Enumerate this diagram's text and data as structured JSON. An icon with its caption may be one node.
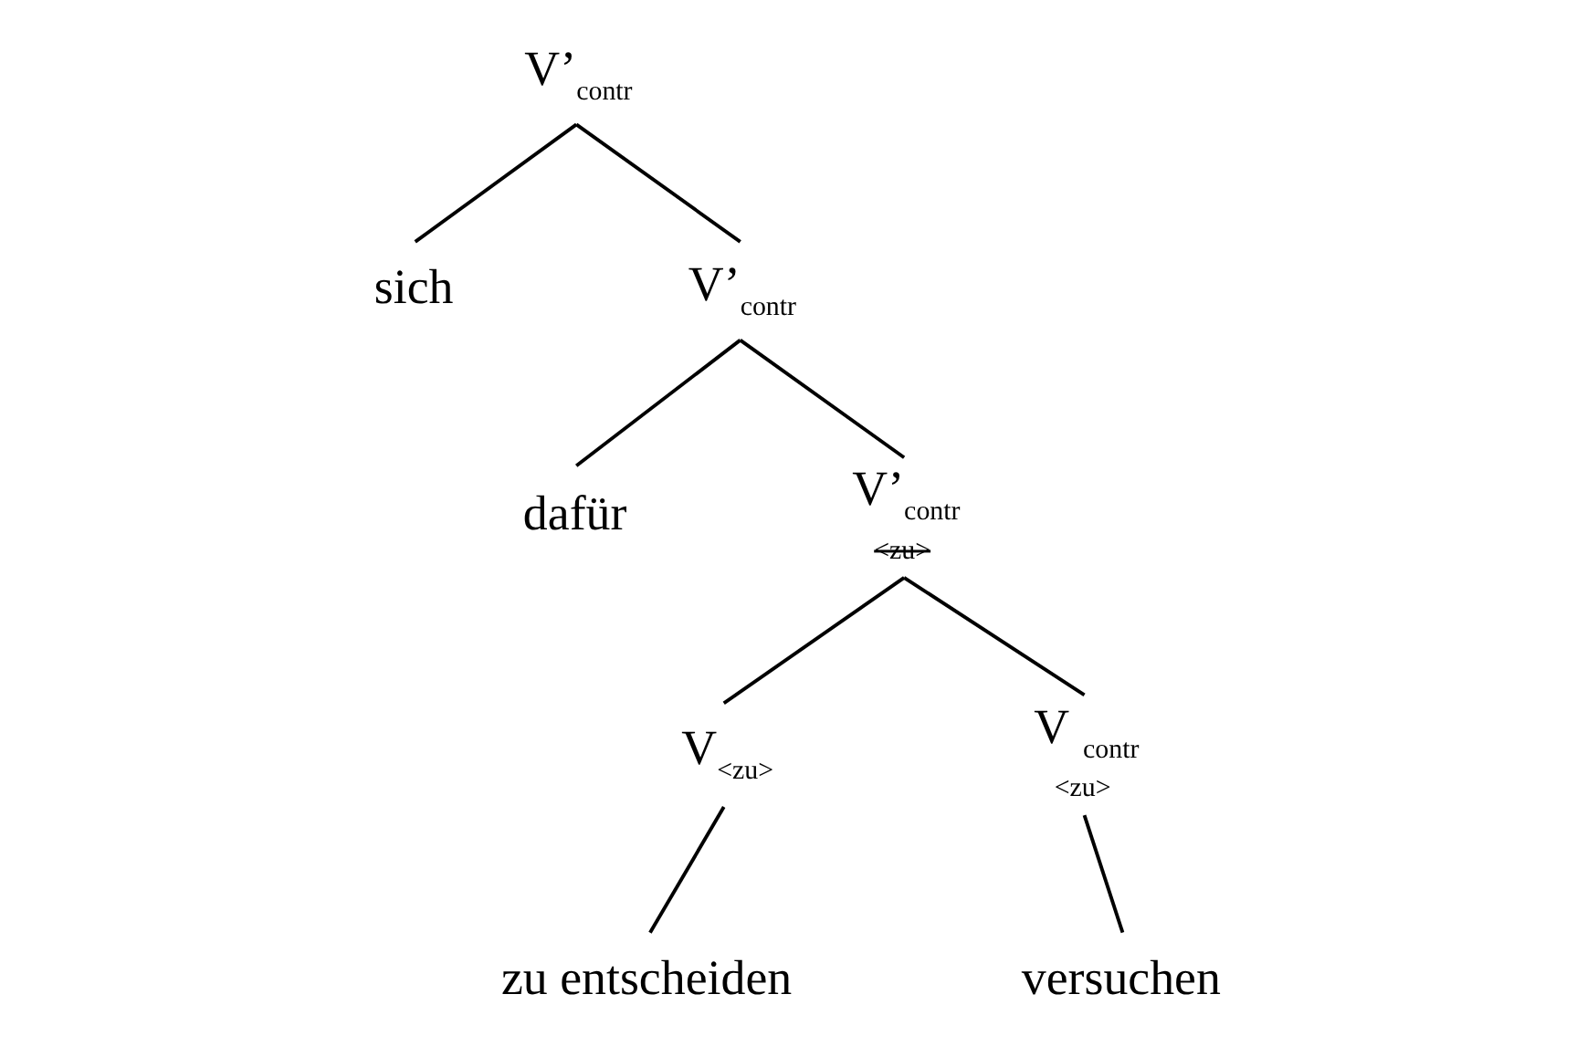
{
  "diagram": {
    "nodes": [
      {
        "text": [
          "V’$_{contr}$"
        ]
      },
      {
        "text": [
          "sich"
        ]
      },
      {
        "text": [
          "V’$_{contr}$"
        ]
      },
      {
        "text": [
          "dafür"
        ]
      },
      {
        "text": [
          "V’$_{contr}$",
          "<zu>"
        ]
      },
      {
        "text": [
          "V$_{<zu>}$"
        ]
      },
      {
        "text": [
          "V $_{contr}$",
          "<zu>"
        ]
      },
      {
        "text": [
          "zu entscheiden"
        ]
      },
      {
        "text": [
          "versuchen"
        ]
      }
    ],
    "edges": [
      {
        "from": 0,
        "to": 1,
        "arrow": "none"
      },
      {
        "from": 0,
        "to": 2,
        "arrow": "none"
      },
      {
        "from": 2,
        "to": 3,
        "arrow": "none"
      },
      {
        "from": 2,
        "to": 4,
        "arrow": "none"
      },
      {
        "from": 4,
        "to": 5,
        "arrow": "none"
      },
      {
        "from": 4,
        "to": 6,
        "arrow": "none"
      },
      {
        "from": 5,
        "to": 7,
        "arrow": "none"
      },
      {
        "from": 6,
        "to": 8,
        "arrow": "none"
      }
    ]
  }
}
